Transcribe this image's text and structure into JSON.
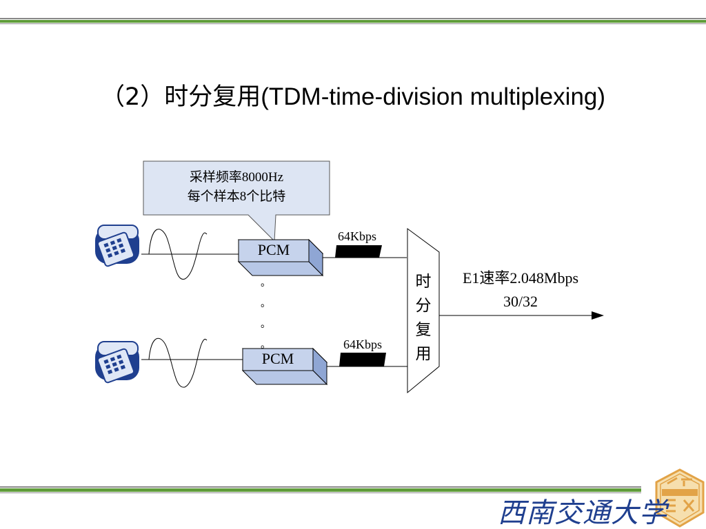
{
  "slide": {
    "title_prefix": "（2）时分复用",
    "title_suffix": "(TDM-time-division multiplexing)"
  },
  "callout": {
    "line1": "采样频率8000Hz",
    "line2": "每个样本8个比特"
  },
  "channels": [
    {
      "pcm_label": "PCM",
      "rate_label": "64Kbps",
      "icon": "telephone-icon"
    },
    {
      "pcm_label": "PCM",
      "rate_label": "64Kbps",
      "icon": "telephone-icon"
    }
  ],
  "ellipsis_dots": [
    "。",
    "。",
    "。",
    "。"
  ],
  "multiplexer": {
    "chars": [
      "时",
      "分",
      "复",
      "用"
    ]
  },
  "output": {
    "line1": "E1速率2.048Mbps",
    "line2": "30/32"
  },
  "footer": {
    "logo_icon": "university-seal-icon",
    "calligraphy": "西南交通大学"
  },
  "colors": {
    "rule_green": "#5f9c3a",
    "box_face": "#c6d3ec",
    "box_side": "#8fa6d4",
    "callout_fill": "#dde5f3",
    "logo_orange": "#e2a347",
    "calligraphy_blue": "#1f3f8f"
  }
}
